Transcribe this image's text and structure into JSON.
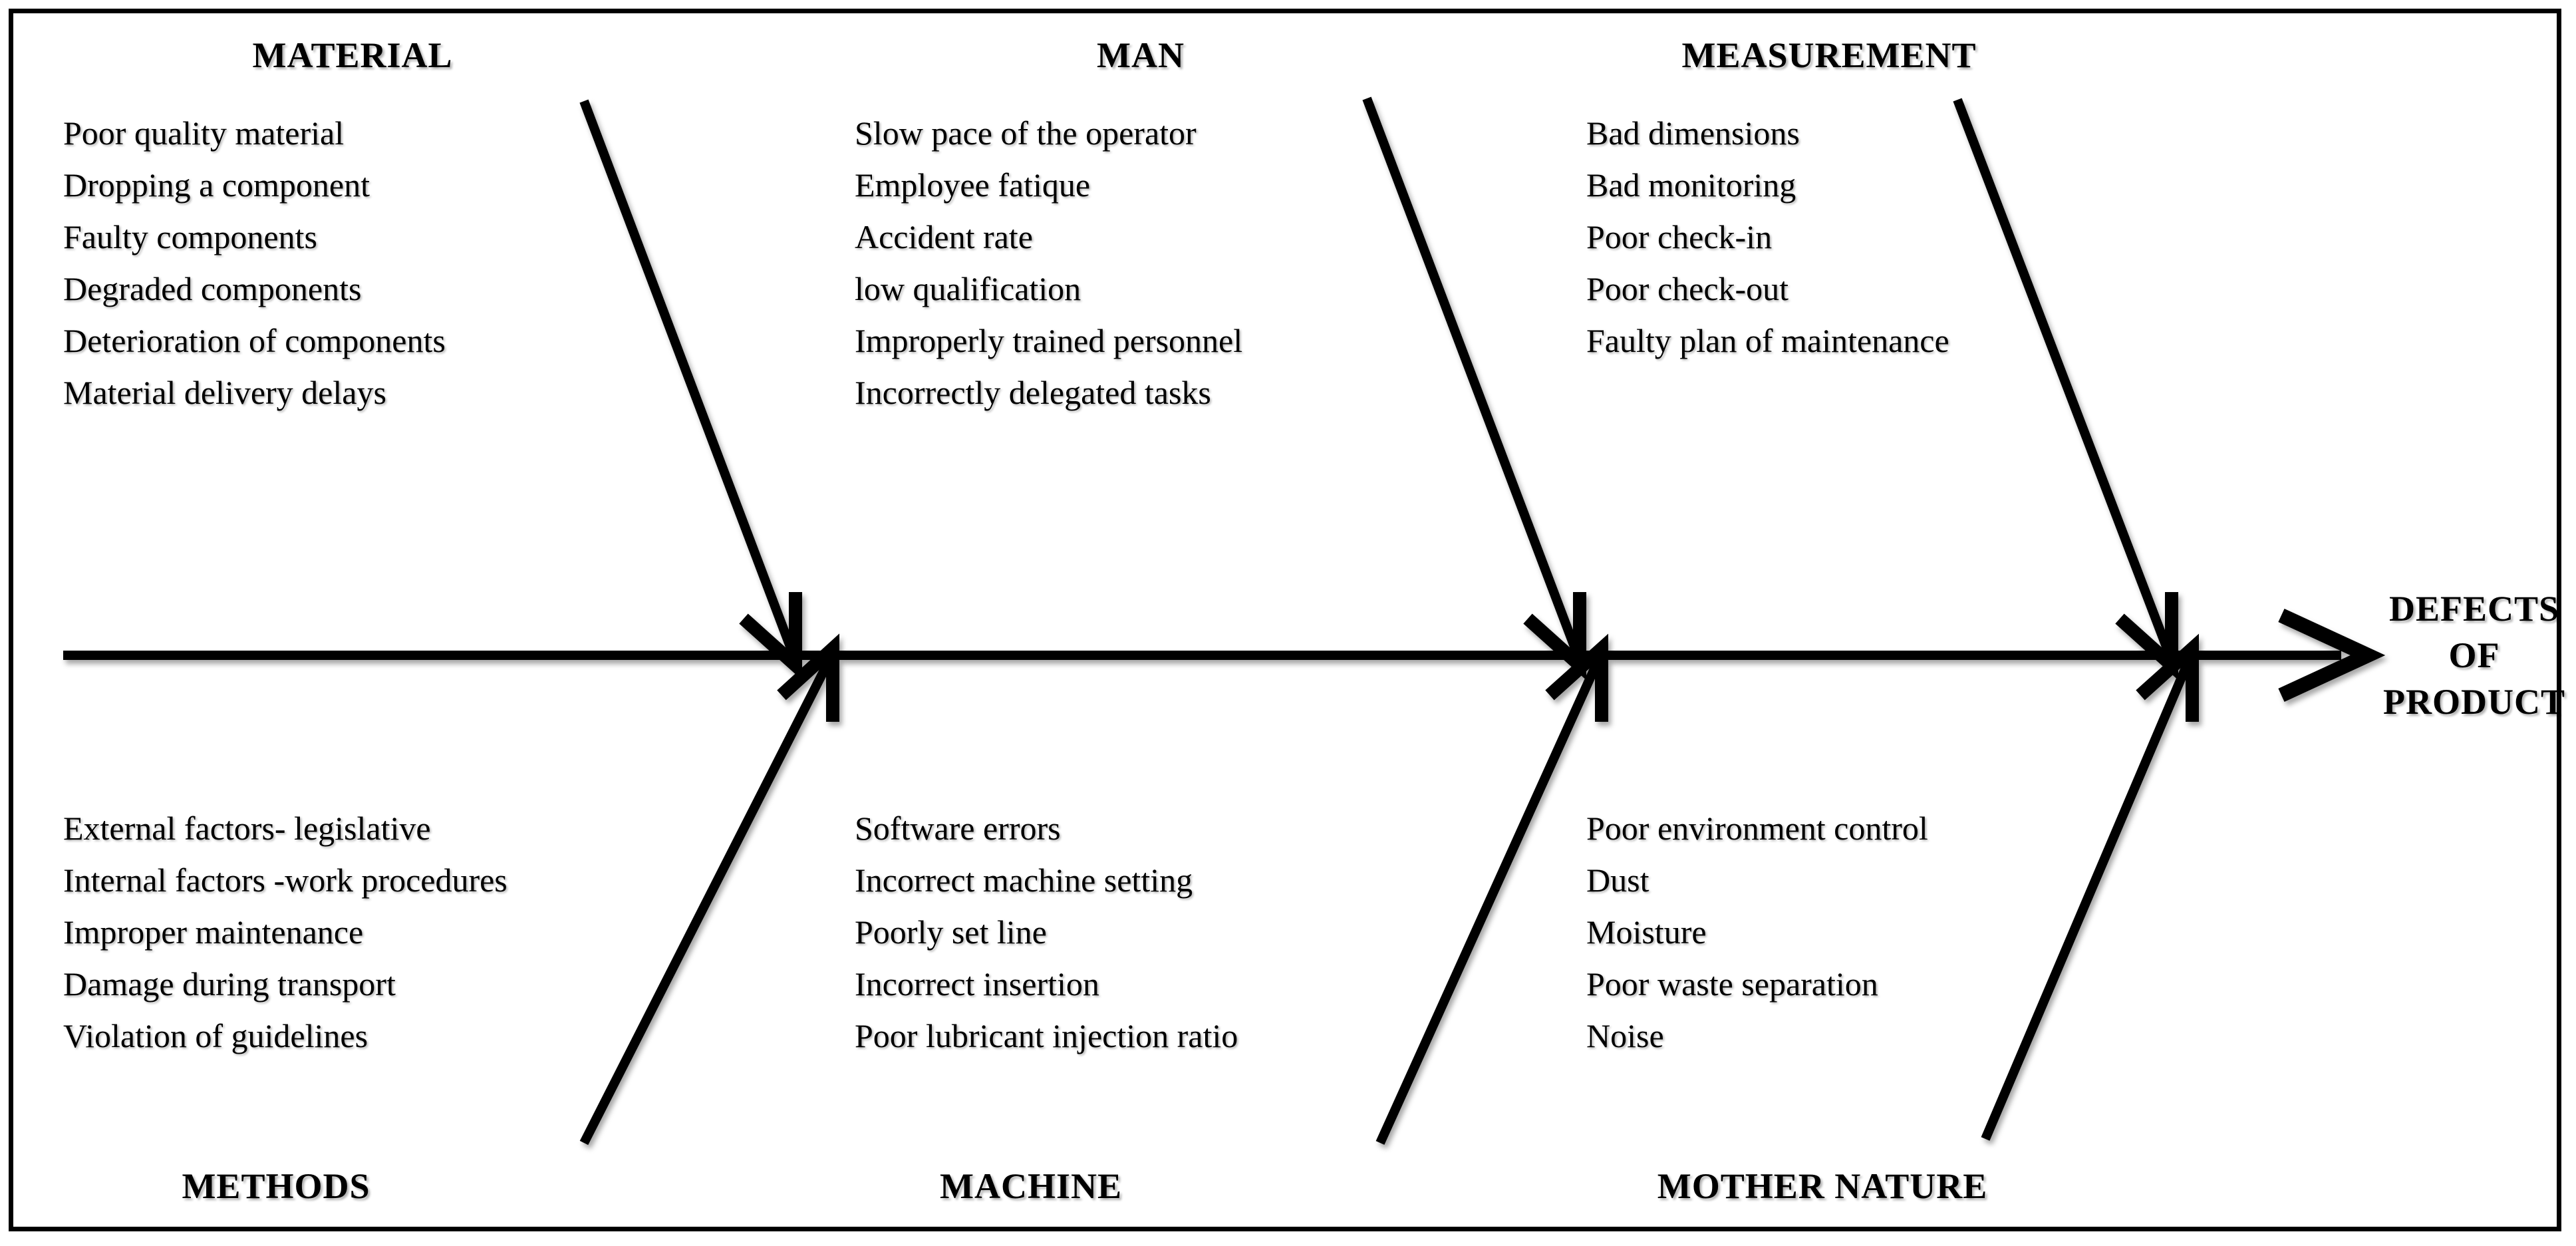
{
  "diagram": {
    "type": "fishbone-ishikawa",
    "effect": {
      "lines": [
        "DEFECTS",
        "OF",
        "PRODUCT"
      ]
    },
    "top_categories": [
      {
        "name": "MATERIAL",
        "causes": [
          "Poor quality material",
          "Dropping a component",
          "Faulty components",
          "Degraded components",
          "Deterioration of components",
          "Material delivery delays"
        ]
      },
      {
        "name": "MAN",
        "causes": [
          "Slow pace of the operator",
          "Employee fatique",
          "Accident rate",
          "low qualification",
          "Improperly trained personnel",
          "Incorrectly delegated tasks"
        ]
      },
      {
        "name": "MEASUREMENT",
        "causes": [
          "Bad dimensions",
          "Bad monitoring",
          "Poor check-in",
          "Poor check-out",
          "Faulty plan of maintenance"
        ]
      }
    ],
    "bottom_categories": [
      {
        "name": "METHODS",
        "causes": [
          "External factors- legislative",
          "Internal factors -work procedures",
          "Improper maintenance",
          "Damage during transport",
          "Violation of guidelines"
        ]
      },
      {
        "name": "MACHINE",
        "causes": [
          "Software errors",
          "Incorrect machine setting",
          "Poorly set line",
          "Incorrect insertion",
          "Poor lubricant injection ratio"
        ]
      },
      {
        "name": "MOTHER NATURE",
        "causes": [
          "Poor environment control",
          "Dust",
          "Moisture",
          "Poor waste separation",
          "Noise"
        ]
      }
    ],
    "colors": {
      "line": "#000000",
      "text": "#000000",
      "background": "#ffffff",
      "border": "#000000"
    }
  }
}
